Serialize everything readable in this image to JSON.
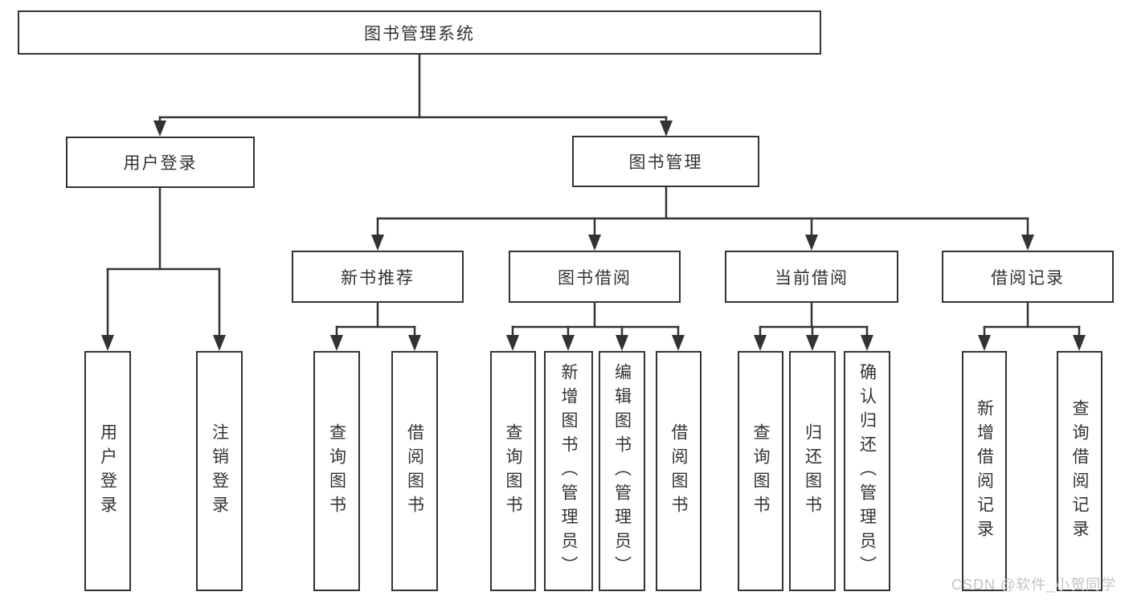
{
  "tree": {
    "label": "图书管理系统",
    "children": [
      {
        "label": "用户登录",
        "children": [
          {
            "label": "用户登录"
          },
          {
            "label": "注销登录"
          }
        ]
      },
      {
        "label": "图书管理",
        "children": [
          {
            "label": "新书推荐",
            "children": [
              {
                "label": "查询图书"
              },
              {
                "label": "借阅图书"
              }
            ]
          },
          {
            "label": "图书借阅",
            "children": [
              {
                "label": "查询图书"
              },
              {
                "label": "新增图书（管理员）"
              },
              {
                "label": "编辑图书（管理员）"
              },
              {
                "label": "借阅图书"
              }
            ]
          },
          {
            "label": "当前借阅",
            "children": [
              {
                "label": "查询图书"
              },
              {
                "label": "归还图书"
              },
              {
                "label": "确认归还（管理员）"
              }
            ]
          },
          {
            "label": "借阅记录",
            "children": [
              {
                "label": "新增借阅记录"
              },
              {
                "label": "查询借阅记录"
              }
            ]
          }
        ]
      }
    ]
  },
  "watermark": "CSDN @软件_小贺同学",
  "colors": {
    "line": "#333333",
    "text": "#333333",
    "box_fill": "#ffffff",
    "watermark": "#c3c3c3"
  }
}
